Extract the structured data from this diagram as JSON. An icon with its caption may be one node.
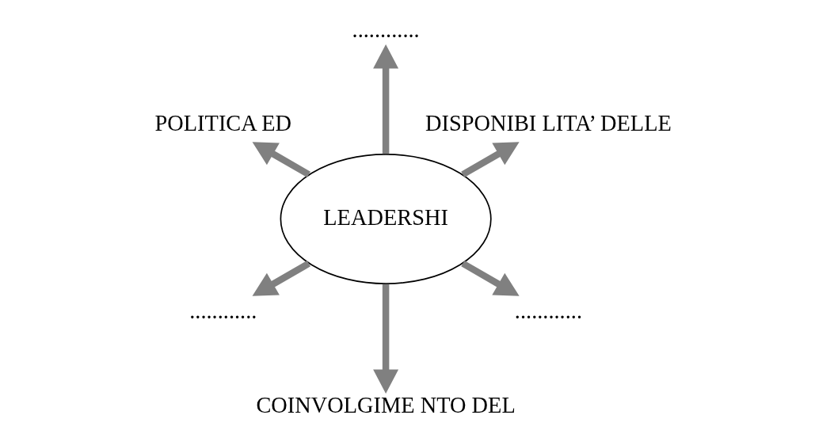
{
  "diagram": {
    "nodes": [
      {
        "text": [
          "LEADERSHI"
        ]
      },
      {
        "text": [
          "DISPONIBI LITA’ DELLE"
        ]
      },
      {
        "text": [
          "............"
        ]
      },
      {
        "text": [
          "POLITICA ED"
        ]
      },
      {
        "text": [
          "............"
        ]
      },
      {
        "text": [
          "COINVOLGIME NTO DEL"
        ]
      },
      {
        "text": [
          "............"
        ]
      }
    ],
    "edges": [
      {
        "from": 0,
        "to": 1,
        "arrow": "to"
      },
      {
        "from": 0,
        "to": 2,
        "arrow": "to"
      },
      {
        "from": 0,
        "to": 3,
        "arrow": "to"
      },
      {
        "from": 0,
        "to": 4,
        "arrow": "to"
      },
      {
        "from": 0,
        "to": 5,
        "arrow": "to"
      },
      {
        "from": 0,
        "to": 6,
        "arrow": "to"
      }
    ]
  }
}
